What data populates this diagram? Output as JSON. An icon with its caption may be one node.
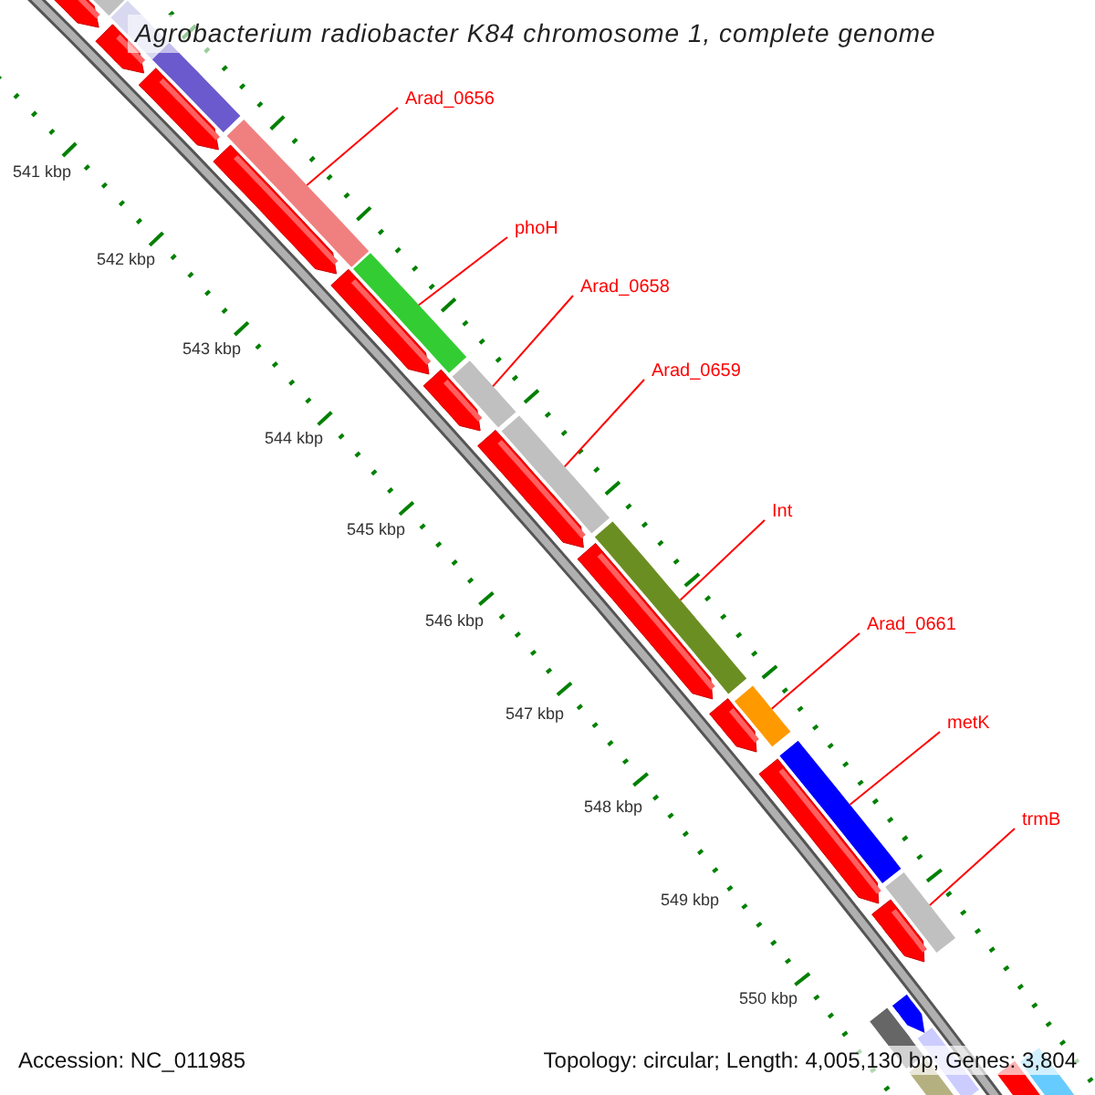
{
  "diagram": {
    "title": "Agrobacterium radiobacter K84 chromosome 1, complete genome",
    "nodes": [
      {
        "text": [
          "Arad_0656"
        ]
      },
      {
        "text": [
          "phoH"
        ]
      },
      {
        "text": [
          "Arad_0658"
        ]
      },
      {
        "text": [
          "Arad_0659"
        ]
      },
      {
        "text": [
          "Int"
        ]
      },
      {
        "text": [
          "Arad_0661"
        ]
      },
      {
        "text": [
          "metK"
        ]
      },
      {
        "text": [
          "trmB"
        ]
      },
      {
        "text": [],
        "shape": "bar"
      },
      {
        "text": [],
        "shape": "bar"
      },
      {
        "text": [],
        "shape": "bar"
      },
      {
        "text": [],
        "shape": "bar"
      },
      {
        "text": [],
        "shape": "bar"
      },
      {
        "text": [],
        "shape": "bar"
      },
      {
        "text": [],
        "shape": "bar"
      },
      {
        "text": [],
        "shape": "bar"
      }
    ],
    "edges": [
      {
        "from": 0,
        "to": 8,
        "arrow": "none"
      },
      {
        "from": 1,
        "to": 9,
        "arrow": "none"
      },
      {
        "from": 2,
        "to": 10,
        "arrow": "none"
      },
      {
        "from": 3,
        "to": 11,
        "arrow": "none"
      },
      {
        "from": 4,
        "to": 12,
        "arrow": "none"
      },
      {
        "from": 5,
        "to": 13,
        "arrow": "none"
      },
      {
        "from": 6,
        "to": 14,
        "arrow": "none"
      },
      {
        "from": 7,
        "to": 15,
        "arrow": "none"
      }
    ],
    "labels": [
      "541 kbp",
      "542 kbp",
      "543 kbp",
      "544 kbp",
      "545 kbp",
      "546 kbp",
      "547 kbp",
      "548 kbp",
      "549 kbp",
      "550 kbp",
      "Accession: NC_011985",
      "Topology: circular; Length: 4,005,130 bp; Genes: 3,804"
    ]
  }
}
